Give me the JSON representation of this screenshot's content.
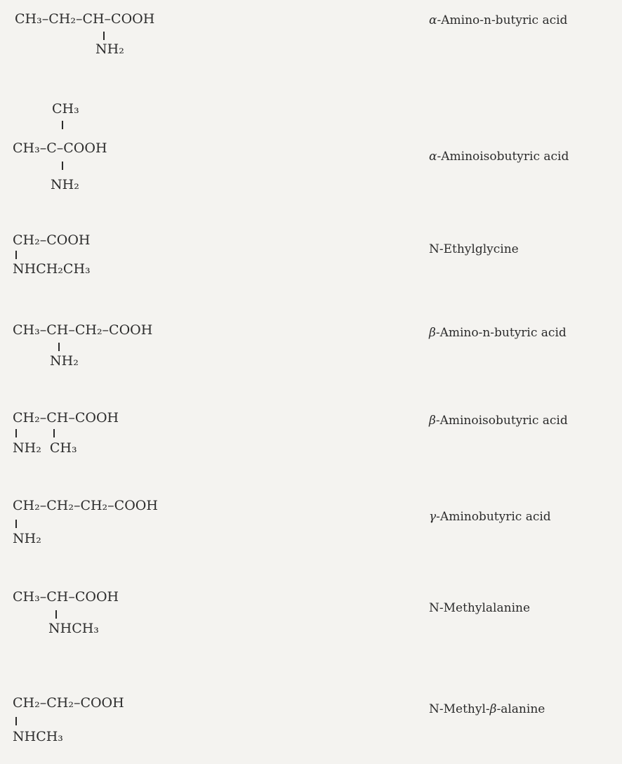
{
  "compounds": [
    {
      "formula": {
        "main": "CH₃–CH₂–CH–COOH",
        "sub": "NH₂"
      },
      "name": {
        "greek": "α",
        "rest": "-Amino-n-butyric acid"
      }
    },
    {
      "formula": {
        "top": "CH₃",
        "main": "CH₃–C–COOH",
        "sub": "NH₂"
      },
      "name": {
        "greek": "α",
        "rest": "-Aminoisobutyric acid"
      }
    },
    {
      "formula": {
        "main": "CH₂–COOH",
        "sub": "NHCH₂CH₃"
      },
      "name": {
        "greek": "",
        "rest": "N-Ethylglycine"
      }
    },
    {
      "formula": {
        "main": "CH₃–CH–CH₂–COOH",
        "sub": "NH₂"
      },
      "name": {
        "greek": "β",
        "rest": "-Amino-n-butyric acid"
      }
    },
    {
      "formula": {
        "main": "CH₂–CH–COOH",
        "sub": "NH₂  CH₃"
      },
      "name": {
        "greek": "β",
        "rest": "-Aminoisobutyric acid"
      }
    },
    {
      "formula": {
        "main": "CH₂–CH₂–CH₂–COOH",
        "sub": "NH₂"
      },
      "name": {
        "greek": "γ",
        "rest": "-Aminobutyric acid"
      }
    },
    {
      "formula": {
        "main": "CH₃–CH–COOH",
        "sub": "NHCH₃"
      },
      "name": {
        "greek": "",
        "rest": "N-Methylalanine"
      }
    },
    {
      "formula": {
        "main": "CH₂–CH₂–COOH",
        "sub": "NHCH₃"
      },
      "name": {
        "greek": "",
        "rest": "N-Methyl-β-alanine",
        "rest_pre": "N-Methyl-",
        "rest_greek": "β",
        "rest_post": "-alanine"
      }
    }
  ]
}
